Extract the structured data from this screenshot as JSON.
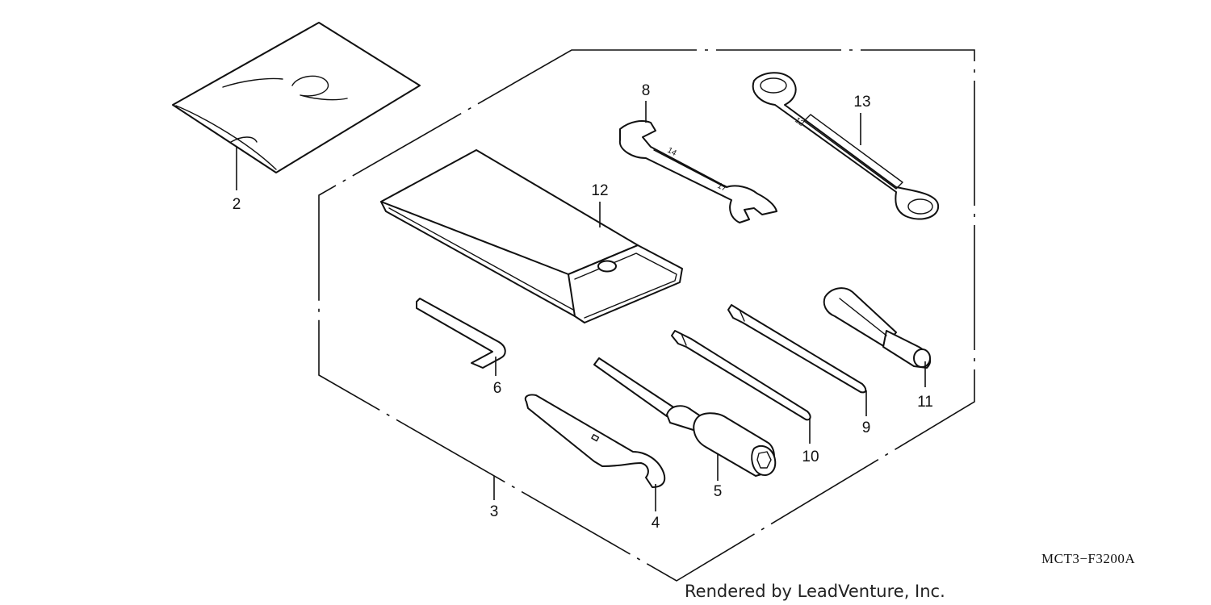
{
  "parts": [
    {
      "id": "part-2",
      "label": "2"
    },
    {
      "id": "part-3",
      "label": "3"
    },
    {
      "id": "part-4",
      "label": "4"
    },
    {
      "id": "part-5",
      "label": "5"
    },
    {
      "id": "part-6",
      "label": "6"
    },
    {
      "id": "part-8",
      "label": "8"
    },
    {
      "id": "part-9",
      "label": "9"
    },
    {
      "id": "part-10",
      "label": "10"
    },
    {
      "id": "part-11",
      "label": "11"
    },
    {
      "id": "part-12",
      "label": "12"
    },
    {
      "id": "part-13",
      "label": "13"
    }
  ],
  "diagram_code": "MCT3−F3200A",
  "credit": "Rendered by LeadVenture, Inc."
}
